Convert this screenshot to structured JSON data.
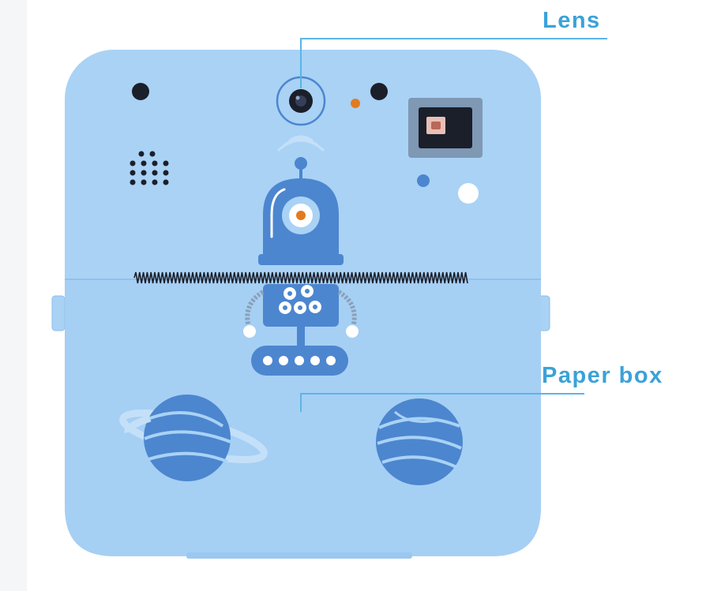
{
  "colors": {
    "label": "#3aa2d9",
    "leader_line": "#5cb4e6",
    "body": "#a9d2f5",
    "body_shade": "#9cc8ef",
    "accent_blue": "#4c86cf",
    "dark": "#1b1f2a",
    "orange": "#e27b1f",
    "white": "#ffffff"
  },
  "callouts": {
    "lens": "Lens",
    "paper_box": "Paper box"
  },
  "icons": {
    "robot": "robot-illustration",
    "planet_ringed": "ringed-planet-illustration",
    "planet": "planet-illustration",
    "speaker": "speaker-grille-icon",
    "viewfinder": "viewfinder-icon",
    "lens": "lens-icon"
  }
}
